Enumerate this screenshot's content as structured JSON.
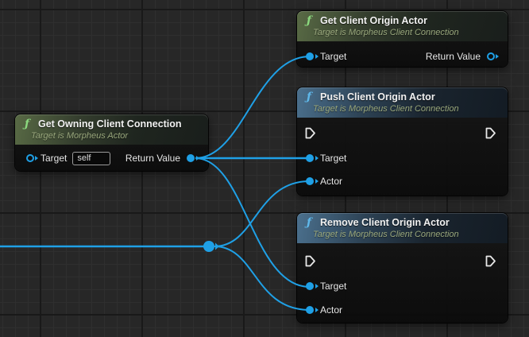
{
  "canvas": {
    "wire_color": "#1fa0e6",
    "exec_pin_color": "#e8e8e8",
    "data_pin_color": "#1fa0e6"
  },
  "nodes": {
    "get_client_origin_actor": {
      "icon": "ƒ",
      "title": "Get Client Origin Actor",
      "subtitle": "Target is Morpheus Client Connection",
      "target_label": "Target",
      "return_label": "Return Value"
    },
    "push_client_origin_actor": {
      "icon": "ƒ",
      "title": "Push Client Origin Actor",
      "subtitle": "Target is Morpheus Client Connection",
      "target_label": "Target",
      "actor_label": "Actor"
    },
    "get_owning_client_connection": {
      "icon": "ƒ",
      "title": "Get Owning Client Connection",
      "subtitle": "Target is Morpheus Actor",
      "target_label": "Target",
      "target_value": "self",
      "return_label": "Return Value"
    },
    "remove_client_origin_actor": {
      "icon": "ƒ",
      "title": "Remove Client Origin Actor",
      "subtitle": "Target is Morpheus Client Connection",
      "target_label": "Target",
      "actor_label": "Actor"
    }
  },
  "connections": [
    {
      "from": "get_owning_client_connection.return_value",
      "to": "get_client_origin_actor.target"
    },
    {
      "from": "get_owning_client_connection.return_value",
      "to": "push_client_origin_actor.target"
    },
    {
      "from": "get_owning_client_connection.return_value",
      "to": "remove_client_origin_actor.target"
    },
    {
      "from": "offscreen_left",
      "to": "reroute_node"
    },
    {
      "from": "reroute_node",
      "to": "push_client_origin_actor.actor"
    },
    {
      "from": "reroute_node",
      "to": "remove_client_origin_actor.actor"
    }
  ]
}
